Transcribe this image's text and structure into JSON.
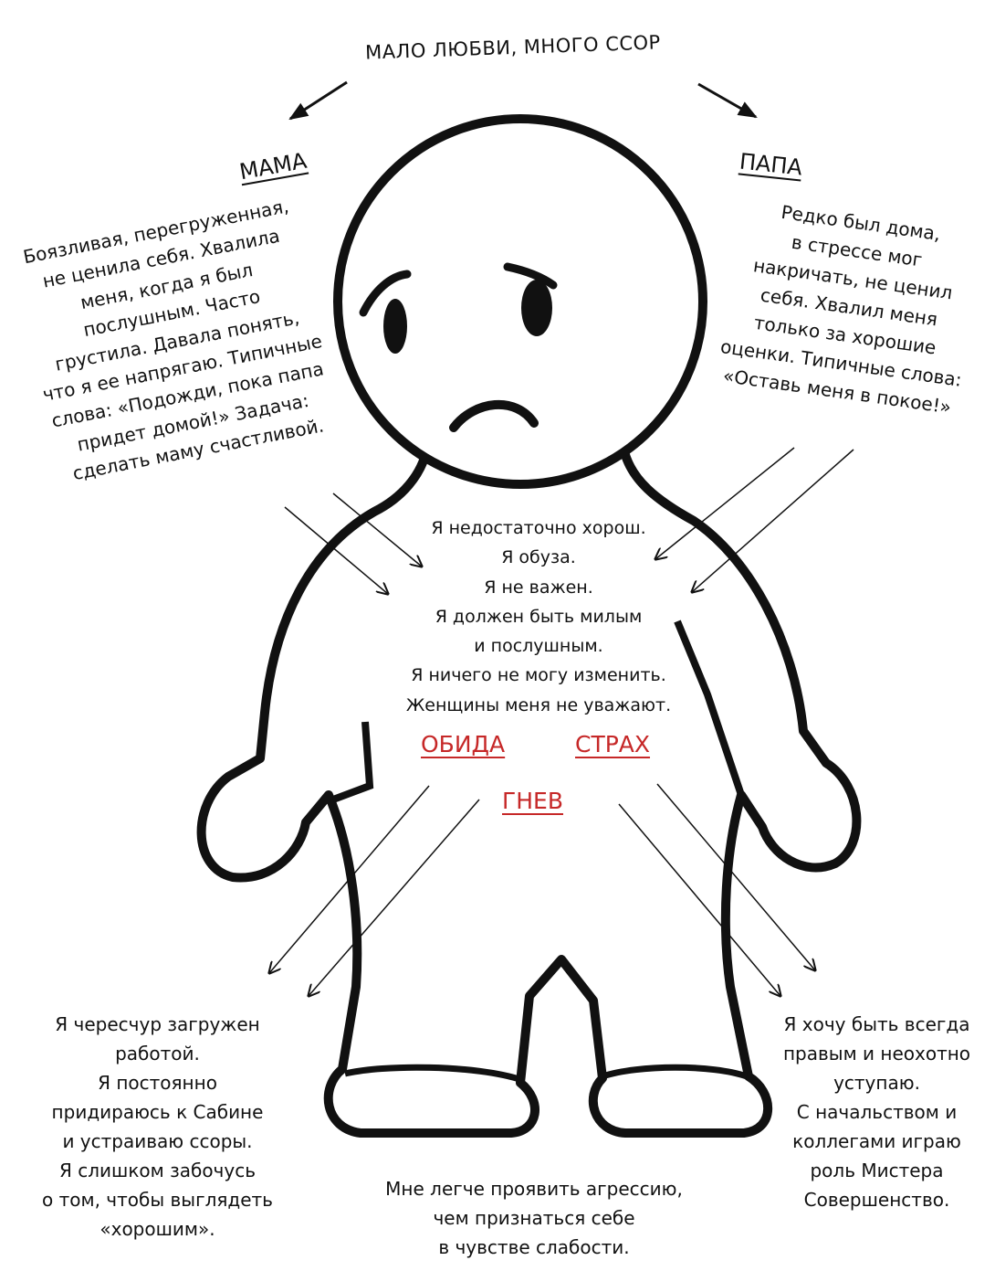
{
  "top_title": "МАЛО ЛЮБВИ, МНОГО ССОР",
  "mama": {
    "heading": "МАМА",
    "lines": [
      "Боязливая, перегруженная,",
      "не ценила себя. Хвалила",
      "меня, когда я был",
      "послушным. Часто",
      "грустила. Давала понять,",
      "что я ее напрягаю. Типичные",
      "слова: «Подожди, пока папа",
      "придет домой!» Задача:",
      "сделать маму счастливой."
    ]
  },
  "papa": {
    "heading": "ПАПА",
    "lines": [
      "Редко был дома,",
      "в стрессе мог",
      "накричать, не ценил",
      "себя. Хвалил меня",
      "только за хорошие",
      "оценки. Типичные слова:",
      "«Оставь меня в покое!»"
    ]
  },
  "beliefs": [
    "Я недостаточно хорош.",
    "Я обуза.",
    "Я не важен.",
    "Я должен быть милым",
    "и послушным.",
    "Я ничего не могу изменить.",
    "Женщины меня не уважают."
  ],
  "emotions": {
    "resentment": "ОБИДА",
    "fear": "СТРАХ",
    "anger": "ГНЕВ"
  },
  "left_bottom_lines": [
    "Я чересчур загружен",
    "работой.",
    "Я постоянно",
    "придираюсь к Сабине",
    "и устраиваю ссоры.",
    "Я слишком забочусь",
    "о том, чтобы выглядеть",
    "«хорошим»."
  ],
  "center_bottom_lines": [
    "Мне легче проявить агрессию,",
    "чем признаться себе",
    "в чувстве слабости."
  ],
  "right_bottom_lines": [
    "Я хочу быть всегда",
    "правым и неохотно",
    "уступаю.",
    "С начальством и",
    "коллегами играю",
    "роль Мистера",
    "Совершенство."
  ]
}
